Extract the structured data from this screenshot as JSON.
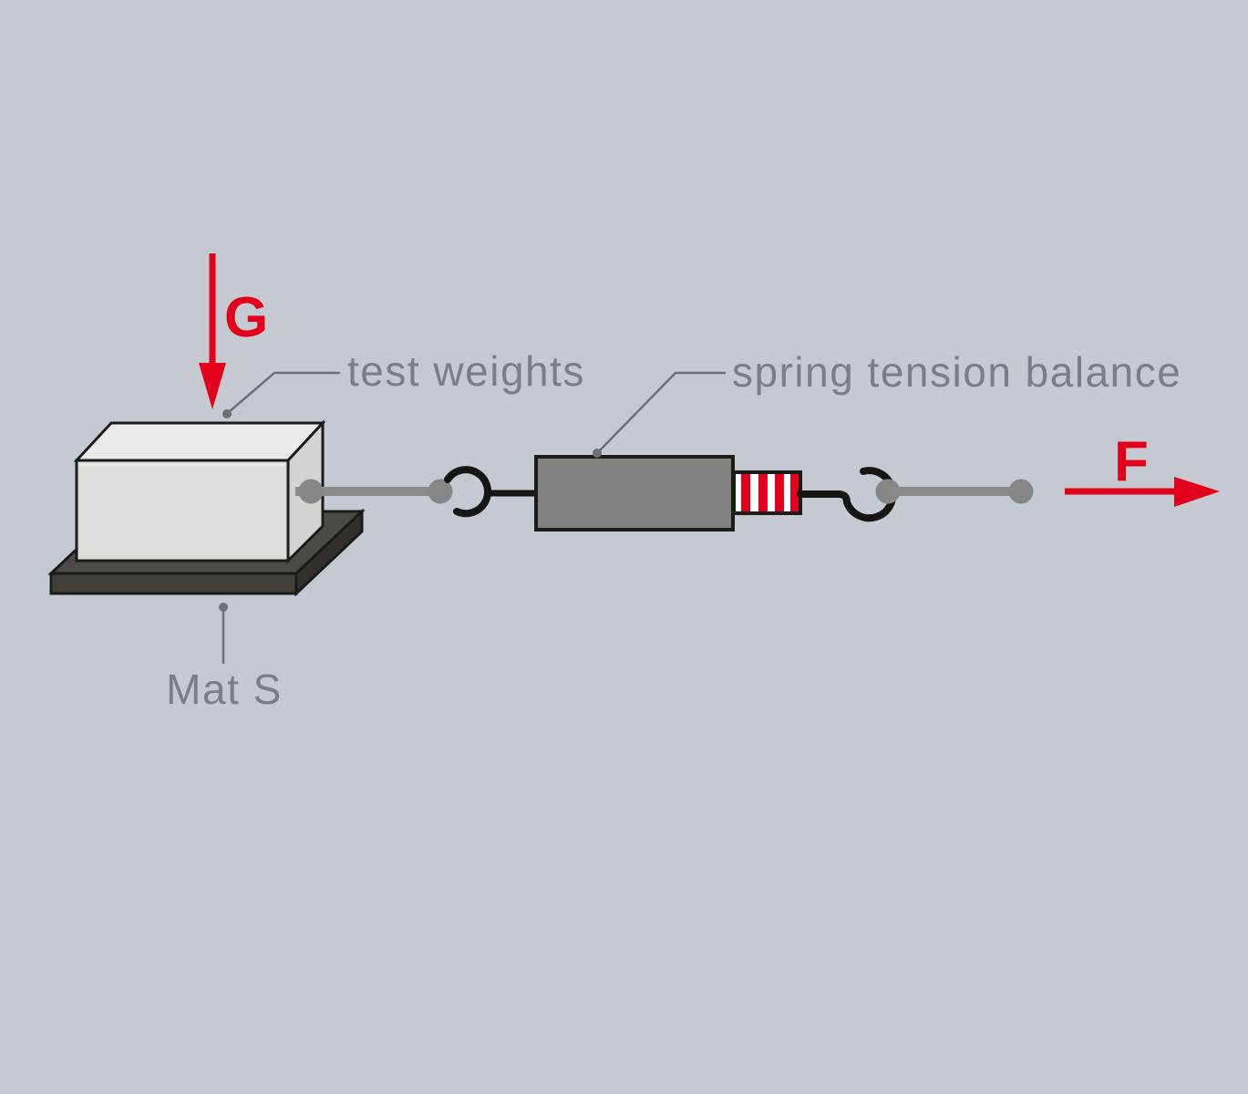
{
  "diagram": {
    "description": "friction-experiment-schematic",
    "labels": {
      "gravity_force": "G",
      "applied_force": "F",
      "test_weights": "test weights",
      "spring_balance": "spring tension balance",
      "mat": "Mat S"
    },
    "colors": {
      "background": "#c5cad2",
      "force_red": "#e2001a",
      "stripe_red": "#e2001a",
      "stripe_white": "#ffffff",
      "label_gray": "#7b7f83",
      "leader_gray": "#6d7174",
      "rod_gray": "#8b8b8b",
      "balance_gray": "#82827f",
      "block_front": "#dcdcd9",
      "block_top": "#eaeae8",
      "block_side": "#d4d4d0",
      "mat_top": "#4b4a45",
      "mat_front": "#403f3a",
      "mat_side": "#31302b",
      "outline_black": "#1b1b19"
    }
  }
}
